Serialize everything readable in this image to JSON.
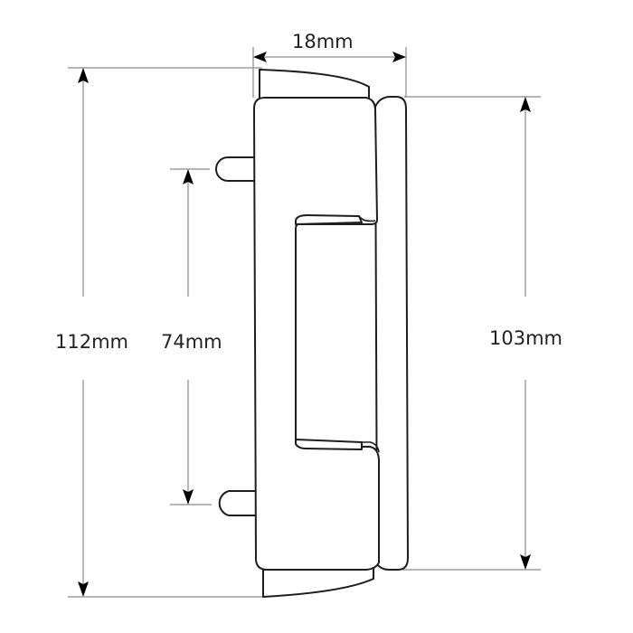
{
  "diagram": {
    "type": "technical-dimension-drawing",
    "subject": "hinge profile (side view)",
    "colors": {
      "outline": "#1e1e1e",
      "dimension_lines": "#8a8a8a",
      "background": "#ffffff"
    },
    "dimensions": {
      "width": {
        "label": "18mm",
        "orientation": "horizontal",
        "position": "top"
      },
      "overall_height": {
        "label": "112mm",
        "orientation": "vertical",
        "position": "left-outer"
      },
      "pin_spacing": {
        "label": "74mm",
        "orientation": "vertical",
        "position": "left-inner"
      },
      "body_height": {
        "label": "103mm",
        "orientation": "vertical",
        "position": "right"
      }
    }
  }
}
